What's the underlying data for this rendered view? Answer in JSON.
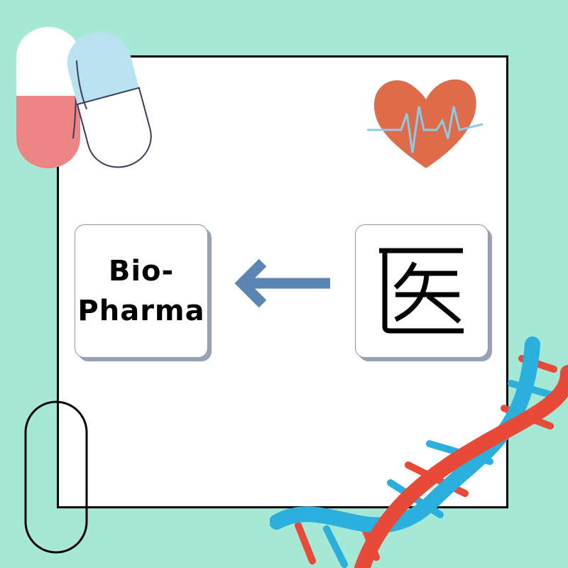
{
  "card_front": {
    "term_line1": "Bio-",
    "term_line2": "Pharma"
  },
  "card_back": {
    "character": "医"
  },
  "colors": {
    "background": "#a6e8d6",
    "arrow": "#5b86b3",
    "heart": "#de6b4a",
    "pulse": "#8ccbe8",
    "pill_red": "#ee8585",
    "pill_blue": "#b9e1f0"
  },
  "icons": [
    "pill-capsules-icon",
    "heart-pulse-icon",
    "arrow-left-icon",
    "dna-helix-icon",
    "oval-outline"
  ]
}
